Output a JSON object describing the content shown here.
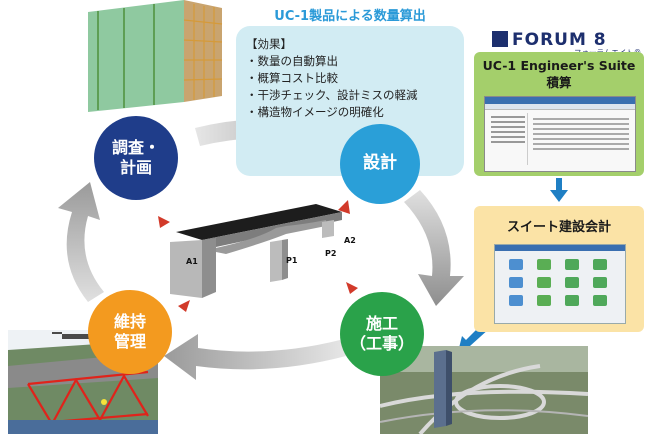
{
  "effect": {
    "title": "UC-1製品による数量算出",
    "heading": "【効果】",
    "items": [
      "・数量の自動算出",
      "・概算コスト比較",
      "・干渉チェック、設計ミスの軽減",
      "・構造物イメージの明確化"
    ]
  },
  "logo": {
    "name": "FORUM 8",
    "subtitle": "フォーラムエイト®"
  },
  "suite": {
    "title": "UC-1 Engineer's Suite",
    "subtitle": "積算"
  },
  "kaikei": {
    "title": "スイート建設会計"
  },
  "stages": [
    {
      "id": "survey",
      "line1": "調査・",
      "line2": "計画",
      "color": "#1f3d8a"
    },
    {
      "id": "design",
      "line1": "設計",
      "line2": "",
      "color": "#2a9fd8"
    },
    {
      "id": "construction",
      "line1": "施工",
      "line2": "（工事）",
      "color": "#2aa24a"
    },
    {
      "id": "maintenance",
      "line1": "維持",
      "line2": "管理",
      "color": "#f39a1f"
    }
  ],
  "bridge_labels": {
    "a1": "A1",
    "p1": "P1",
    "p2": "P2",
    "a2": "A2"
  },
  "colors": {
    "arrow_gray": "#c9c9c9",
    "arrow_blue": "#1f7fc4",
    "marker_red": "#d23a2a"
  }
}
